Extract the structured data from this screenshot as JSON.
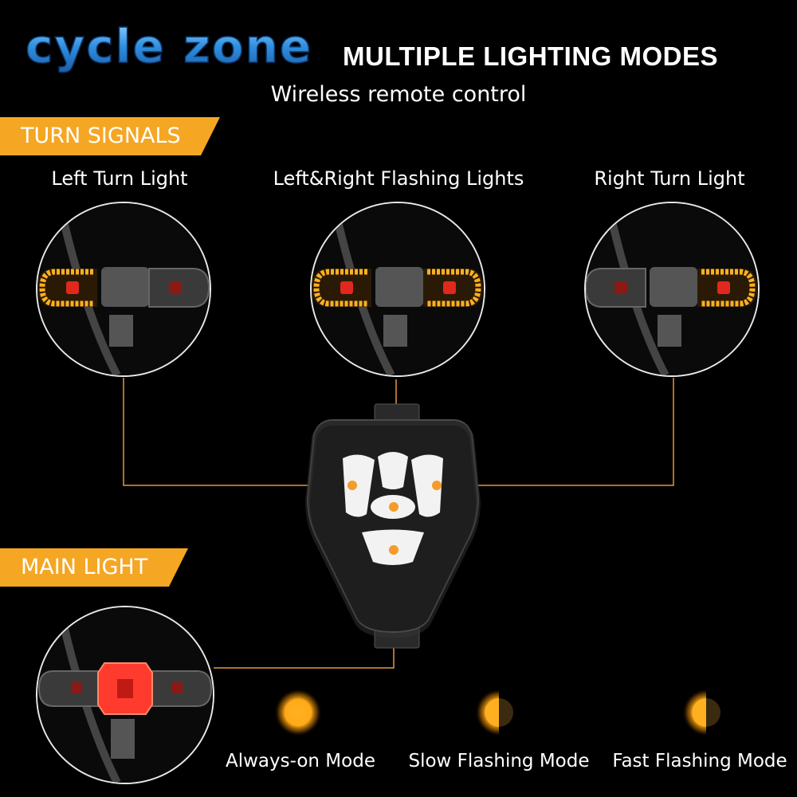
{
  "brand": {
    "name": "cycle zone"
  },
  "header": {
    "title": "MULTIPLE LIGHTING MODES",
    "subtitle": "Wireless remote control"
  },
  "sections": {
    "turn_signals": {
      "label": "TURN SIGNALS",
      "items": [
        {
          "label": "Left Turn Light"
        },
        {
          "label": "Left&Right Flashing Lights"
        },
        {
          "label": "Right Turn Light"
        }
      ]
    },
    "main_light": {
      "label": "MAIN LIGHT",
      "modes": [
        {
          "label": "Always-on Mode"
        },
        {
          "label": "Slow Flashing Mode"
        },
        {
          "label": "Fast Flashing Mode"
        }
      ]
    }
  },
  "colors": {
    "banner": "#f5a623",
    "amber_led": "#ffb020",
    "red_led": "#e0281e",
    "connector_line": "#e8953c",
    "brand_blue": "#3aa0e8"
  }
}
